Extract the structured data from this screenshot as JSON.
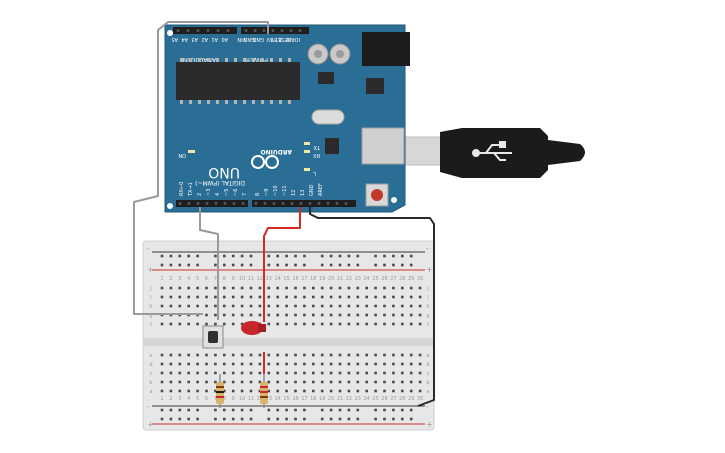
{
  "board": {
    "brand": "ARDUINO",
    "model": "UNO",
    "digital_header": "DIGITAL (PWM~)",
    "analog_header": "ANALOG IN",
    "power_header": "POWER",
    "on_label": "ON",
    "tx_label": "TX",
    "rx_label": "RX",
    "l_label": "L",
    "digital_pins": [
      "AREF",
      "GND",
      "13",
      "12",
      "~11",
      "~10",
      "~9",
      "8",
      "7",
      "~6",
      "~5",
      "4",
      "~3",
      "2",
      "TX→1",
      "RX←0"
    ],
    "analog_pins": [
      "A5",
      "A4",
      "A3",
      "A2",
      "A1",
      "A0"
    ],
    "power_pins": [
      "VIN",
      "GND",
      "GND",
      "5V",
      "3.3V",
      "RESET",
      "IOREF"
    ],
    "colors": {
      "board": "#2a6e95",
      "board_edge": "#1d5677",
      "chip": "#2b2b2b",
      "header": "#1e1e1e"
    }
  },
  "breadboard": {
    "column_numbers": [
      "1",
      "2",
      "3",
      "4",
      "5",
      "6",
      "7",
      "8",
      "9",
      "10",
      "11",
      "12",
      "13",
      "14",
      "15",
      "16",
      "17",
      "18",
      "19",
      "20",
      "21",
      "22",
      "23",
      "24",
      "25",
      "26",
      "27",
      "28",
      "29",
      "30"
    ],
    "row_letters_top": [
      "j",
      "i",
      "h",
      "g",
      "f"
    ],
    "row_letters_bottom": [
      "e",
      "d",
      "c",
      "b",
      "a"
    ],
    "rail_minus": "-",
    "rail_plus": "+",
    "colors": {
      "body": "#e7e7e7",
      "hole": "#4a4a4a",
      "rail_red": "#d22b2b",
      "rail_blue": "#3a3a3a"
    }
  },
  "components": {
    "led_color": "#c8262c",
    "button_color": "#2f2f2f",
    "resistor_color": "#d9b36c",
    "wire_red": "#d62a22",
    "wire_black": "#2a2a2a",
    "wire_gray": "#9a9a9a",
    "usb_cable": "#1b1b1b"
  },
  "icons": [
    "arduino-logo-icon",
    "usb-symbol-icon"
  ]
}
